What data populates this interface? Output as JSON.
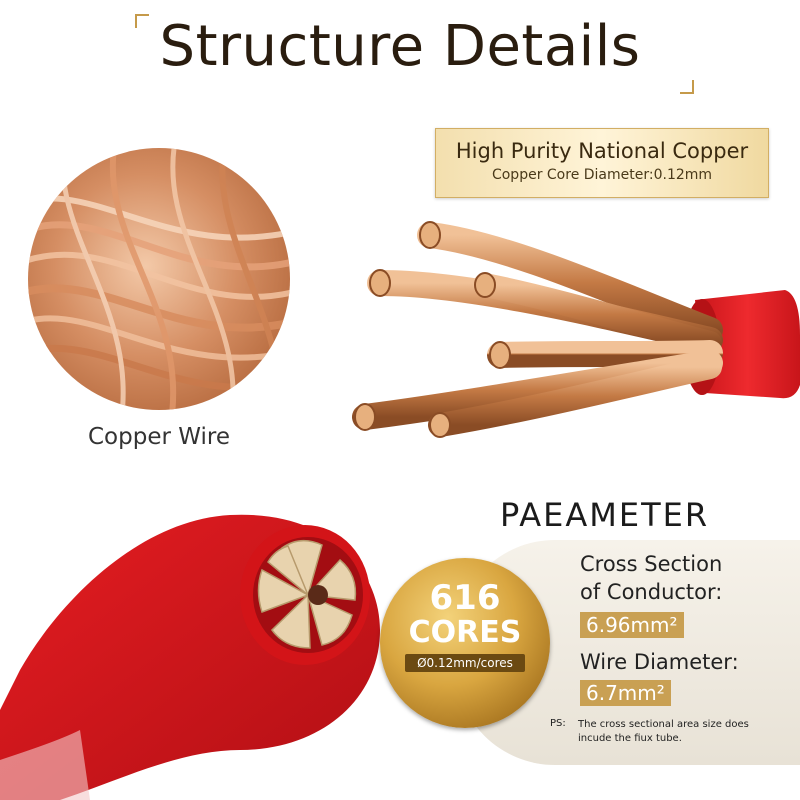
{
  "title": "Structure Details",
  "badge": {
    "title": "High Purity National Copper",
    "subtitle": "Copper Core Diameter:0.12mm"
  },
  "copper_wire_label": "Copper Wire",
  "parameter": {
    "heading": "PAEAMETER",
    "cross_section_label_1": "Cross Section",
    "cross_section_label_2": "of Conductor:",
    "cross_section_value": "6.96mm²",
    "wire_diameter_label": "Wire Diameter:",
    "wire_diameter_value": "6.7mm²",
    "ps_label": "PS:",
    "ps_text": "The cross sectional area size does incude the fiux tube."
  },
  "medal": {
    "count": "616",
    "unit": "CORES",
    "sub": "Ø0.12mm/cores"
  },
  "colors": {
    "gold": "#c9a053",
    "cable_red": "#e0191c",
    "copper": "#c77a47"
  }
}
